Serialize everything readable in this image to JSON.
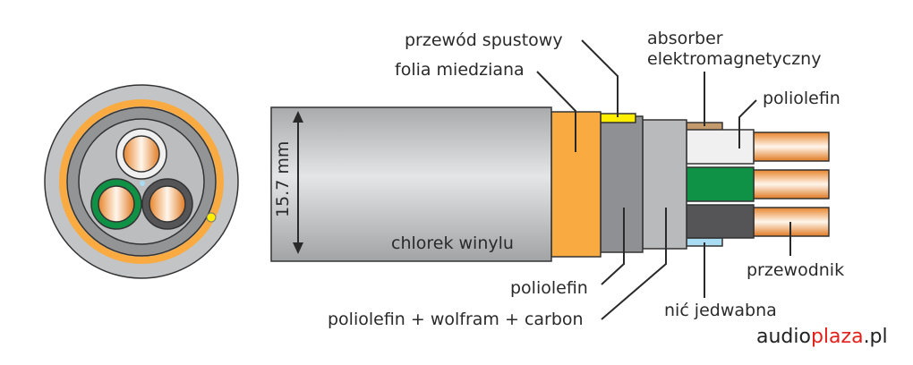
{
  "labels": {
    "drain_wire": "przewód spustowy",
    "copper_foil": "folia miedziana",
    "absorber_line1": "absorber",
    "absorber_line2": "elektromagnetyczny",
    "polyolefin_top": "poliolefin",
    "jacket": "chlorek winylu",
    "diameter": "15.7 mm",
    "polyolefin_bottom": "poliolefin",
    "polyolefin_tungsten": "poliolefin + wolfram + carbon",
    "silk_thread": "nić jedwabna",
    "conductor": "przewodnik"
  },
  "logo": {
    "part1": "audio",
    "part2": "plaza",
    "part3": ".pl"
  },
  "colors": {
    "jacket": "#bdbec0",
    "copper_foil": "#f9ab42",
    "drain": "#ffee00",
    "dark_gray": "#8f9093",
    "light_gray": "#b9babc",
    "absorber": "#c49a6c",
    "white_ins": "#f0f0f0",
    "green_ins": "#0f9146",
    "black_ins": "#555557",
    "silk": "#a9dbf3",
    "logo_red": "#e3201b"
  }
}
